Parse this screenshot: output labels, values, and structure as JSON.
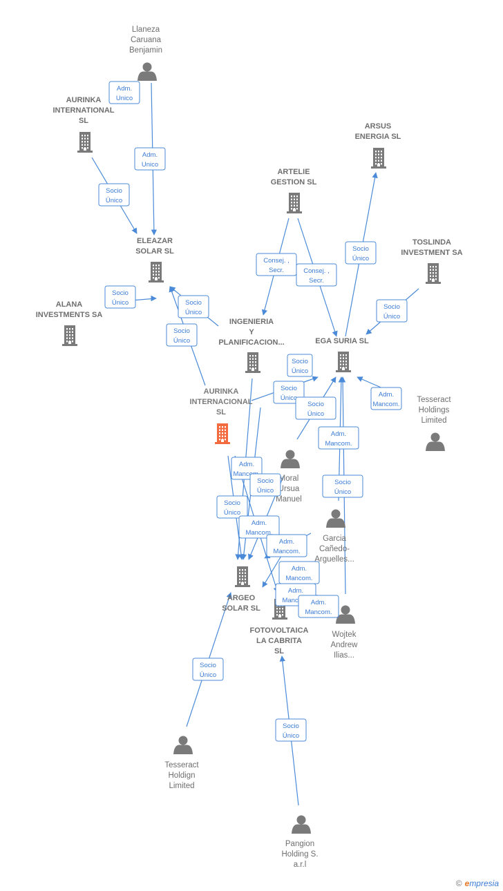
{
  "nodes": [
    {
      "id": "llaneza",
      "type": "person",
      "lines": [
        "Llaneza",
        "Caruana",
        "Benjamin"
      ]
    },
    {
      "id": "aurinka_top",
      "type": "company",
      "lines": [
        "AURINKA",
        "INTERNATIONAL",
        "SL"
      ]
    },
    {
      "id": "arsus",
      "type": "company",
      "lines": [
        "ARSUS",
        "ENERGIA SL"
      ]
    },
    {
      "id": "artelie",
      "type": "company",
      "lines": [
        "ARTELIE",
        "GESTION SL"
      ]
    },
    {
      "id": "eleazar",
      "type": "company",
      "lines": [
        "ELEAZAR",
        "SOLAR SL"
      ]
    },
    {
      "id": "toslinda",
      "type": "company",
      "lines": [
        "TOSLINDA",
        "INVESTMENT SA"
      ]
    },
    {
      "id": "alana",
      "type": "company",
      "lines": [
        "ALANA",
        "INVESTMENTS SA"
      ]
    },
    {
      "id": "ingenieria",
      "type": "company",
      "lines": [
        "INGENIERIA",
        "Y",
        "PLANIFICACION..."
      ]
    },
    {
      "id": "ega",
      "type": "company",
      "lines": [
        "EGA SURIA SL"
      ]
    },
    {
      "id": "aurinka_focus",
      "type": "focus",
      "lines": [
        "AURINKA",
        "INTERNACIONAL",
        "SL"
      ]
    },
    {
      "id": "tesseract_h",
      "type": "person",
      "lines": [
        "Tesseract",
        "Holdings",
        "Limited"
      ]
    },
    {
      "id": "moral",
      "type": "person",
      "lines": [
        "Moral",
        "Ursua",
        "Manuel"
      ]
    },
    {
      "id": "garcia",
      "type": "person",
      "lines": [
        "Garcia",
        "Cañedo-",
        "Arguelles..."
      ]
    },
    {
      "id": "argeo",
      "type": "company",
      "lines": [
        "ARGEO",
        "SOLAR SL"
      ]
    },
    {
      "id": "fotovoltaica",
      "type": "company",
      "lines": [
        "FOTOVOLTAICA",
        "LA CABRITA",
        "SL"
      ]
    },
    {
      "id": "wojtek",
      "type": "person",
      "lines": [
        "Wojtek",
        "Andrew",
        "Ilias..."
      ]
    },
    {
      "id": "tesseract_hl",
      "type": "person",
      "lines": [
        "Tesseract",
        "Holdign",
        "Limited"
      ]
    },
    {
      "id": "pangion",
      "type": "person",
      "lines": [
        "Pangion",
        "Holding S.",
        "a.r.l"
      ]
    }
  ],
  "edge_labels": [
    [
      "Adm.",
      "Unico"
    ],
    [
      "Adm.",
      "Unico"
    ],
    [
      "Socio",
      "Único"
    ],
    [
      "Socio",
      "Único"
    ],
    [
      "Consej. ,",
      "Secr."
    ],
    [
      "Consej. ,",
      "Secr."
    ],
    [
      "Socio",
      "Único"
    ],
    [
      "Socio",
      "Único"
    ],
    [
      "Socio",
      "Único"
    ],
    [
      "Socio",
      "Único"
    ],
    [
      "Socio",
      "Único"
    ],
    [
      "Socio",
      "Único"
    ],
    [
      "Socio",
      "Único"
    ],
    [
      "Adm.",
      "Mancom."
    ],
    [
      "Adm.",
      "Mancom."
    ],
    [
      "Socio",
      "Único"
    ],
    [
      "Adm.",
      "Mancom."
    ],
    [
      "Socio",
      "Único"
    ],
    [
      "Socio",
      "Único"
    ],
    [
      "Adm.",
      "Mancom."
    ],
    [
      "Adm.",
      "Mancom."
    ],
    [
      "Adm.",
      "Mancom."
    ],
    [
      "Adm.",
      "Mancom."
    ],
    [
      "Adm.",
      "Mancom."
    ],
    [
      "Socio",
      "Único"
    ],
    [
      "Socio",
      "Único"
    ]
  ],
  "footer": {
    "copyright_symbol": "©",
    "brand_initial": "e",
    "brand_rest": "mpresia"
  },
  "colors": {
    "edge": "#4a8ad8",
    "node": "#7a7a7a",
    "focus": "#f26a3d"
  }
}
